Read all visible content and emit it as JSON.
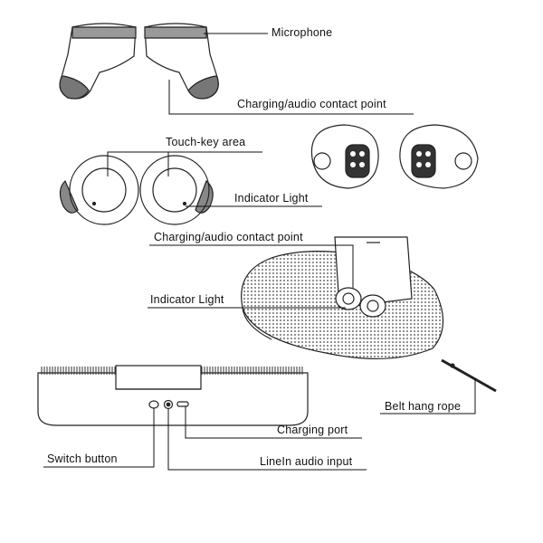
{
  "labels": {
    "microphone": "Microphone",
    "earbud_contact": "Charging/audio contact point",
    "touch_key": "Touch-key area",
    "earbud_indicator": "Indicator Light",
    "case_contact": "Charging/audio contact point",
    "case_indicator": "Indicator Light",
    "belt_rope": "Belt hang rope",
    "charging_port": "Charging port",
    "switch_button": "Switch button",
    "linein": "LineIn audio input"
  }
}
